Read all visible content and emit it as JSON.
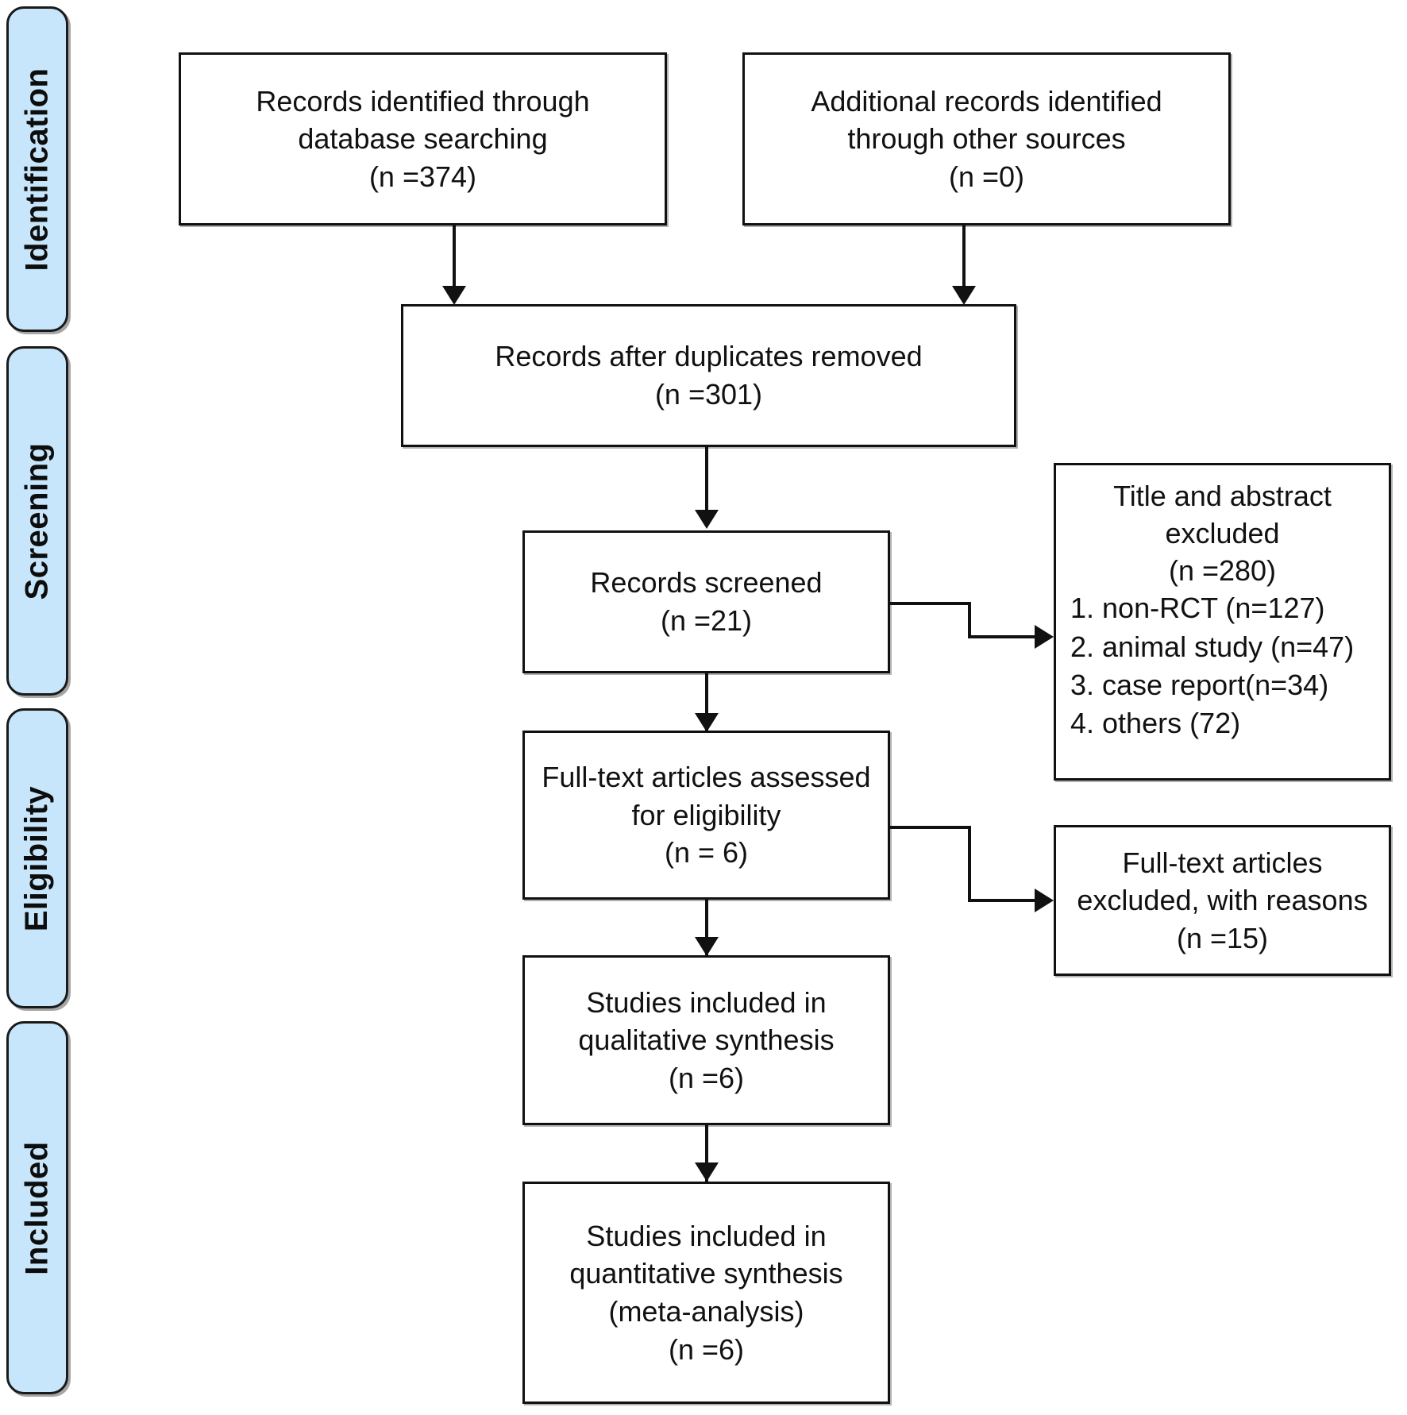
{
  "diagram": {
    "type": "prisma-flow-diagram",
    "stages": [
      {
        "id": "identification",
        "label": "Identification"
      },
      {
        "id": "screening",
        "label": "Screening"
      },
      {
        "id": "eligibility",
        "label": "Eligibility"
      },
      {
        "id": "included",
        "label": "Included"
      }
    ],
    "boxes": {
      "records_database": "Records identified through\ndatabase searching\n(n =374)",
      "records_other": "Additional records identified\nthrough other sources\n(n =0)",
      "duplicates_removed": "Records after duplicates removed\n(n =301)",
      "records_screened": "Records screened\n(n =21)",
      "fulltext_assessed": "Full-text articles assessed\nfor eligibility\n(n = 6)",
      "qualitative_synthesis": "Studies included in\nqualitative synthesis\n(n =6)",
      "quantitative_synthesis": "Studies included in\nquantitative synthesis\n(meta-analysis)\n(n =6)",
      "title_abstract_excluded_head": "Title and abstract\nexcluded\n(n =280)",
      "title_abstract_excluded_reasons": [
        "1. non-RCT (n=127)",
        "2. animal study (n=47)",
        "3. case report(n=34)",
        "4. others (72)"
      ],
      "fulltext_excluded": "Full-text articles\nexcluded, with reasons\n(n =15)"
    },
    "counts": {
      "database_records": 374,
      "other_records": 0,
      "after_duplicates": 301,
      "screened": 21,
      "title_abstract_excluded": 280,
      "non_rct": 127,
      "animal_study": 47,
      "case_report": 34,
      "others": 72,
      "fulltext_assessed": 6,
      "fulltext_excluded": 15,
      "qualitative": 6,
      "quantitative": 6
    },
    "colors": {
      "stage_fill": "#c7e6fb",
      "stage_border": "#1a1a1a",
      "box_border": "#111111",
      "box_fill": "#ffffff",
      "connector": "#111111"
    }
  }
}
